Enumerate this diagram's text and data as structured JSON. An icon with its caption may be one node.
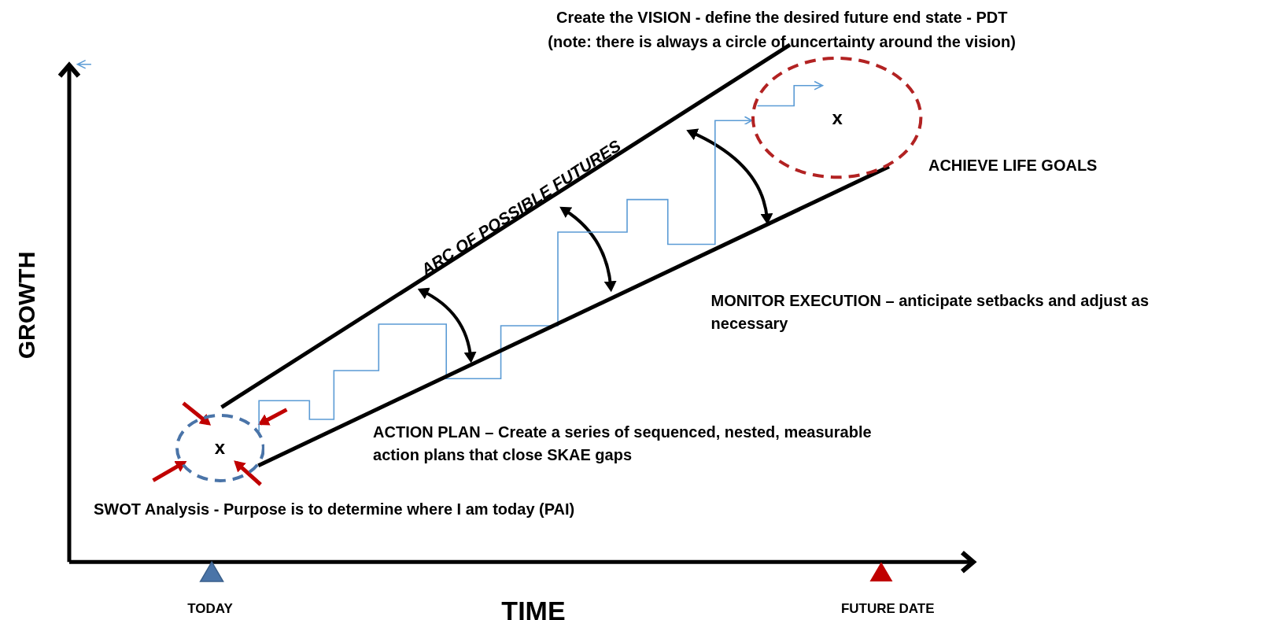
{
  "diagram": {
    "nodes": [
      {
        "text": [
          "x"
        ]
      },
      {
        "text": [
          "x"
        ]
      }
    ],
    "edges": [
      {
        "from": 0,
        "to": 1,
        "arrow": "to",
        "color": "#5b9bd5"
      },
      {
        "from": 0,
        "to": 1,
        "arrow": "none",
        "style": "thick",
        "color": "#000000"
      }
    ],
    "labels": [
      "Create the VISION - define the desired future end state - PDT",
      "(note: there is always a circle of uncertainty around the vision)",
      "ACHIEVE LIFE GOALS",
      "ARC OF POSSIBLE FUTURES",
      "MONITOR EXECUTION – anticipate setbacks and adjust as necessary",
      "ACTION PLAN – Create a series of sequenced, nested, measurable action plans that close SKAE gaps",
      "SWOT Analysis - Purpose is to determine where I am today (PAI)",
      "GROWTH",
      "TODAY",
      "TIME",
      "FUTURE DATE"
    ]
  }
}
